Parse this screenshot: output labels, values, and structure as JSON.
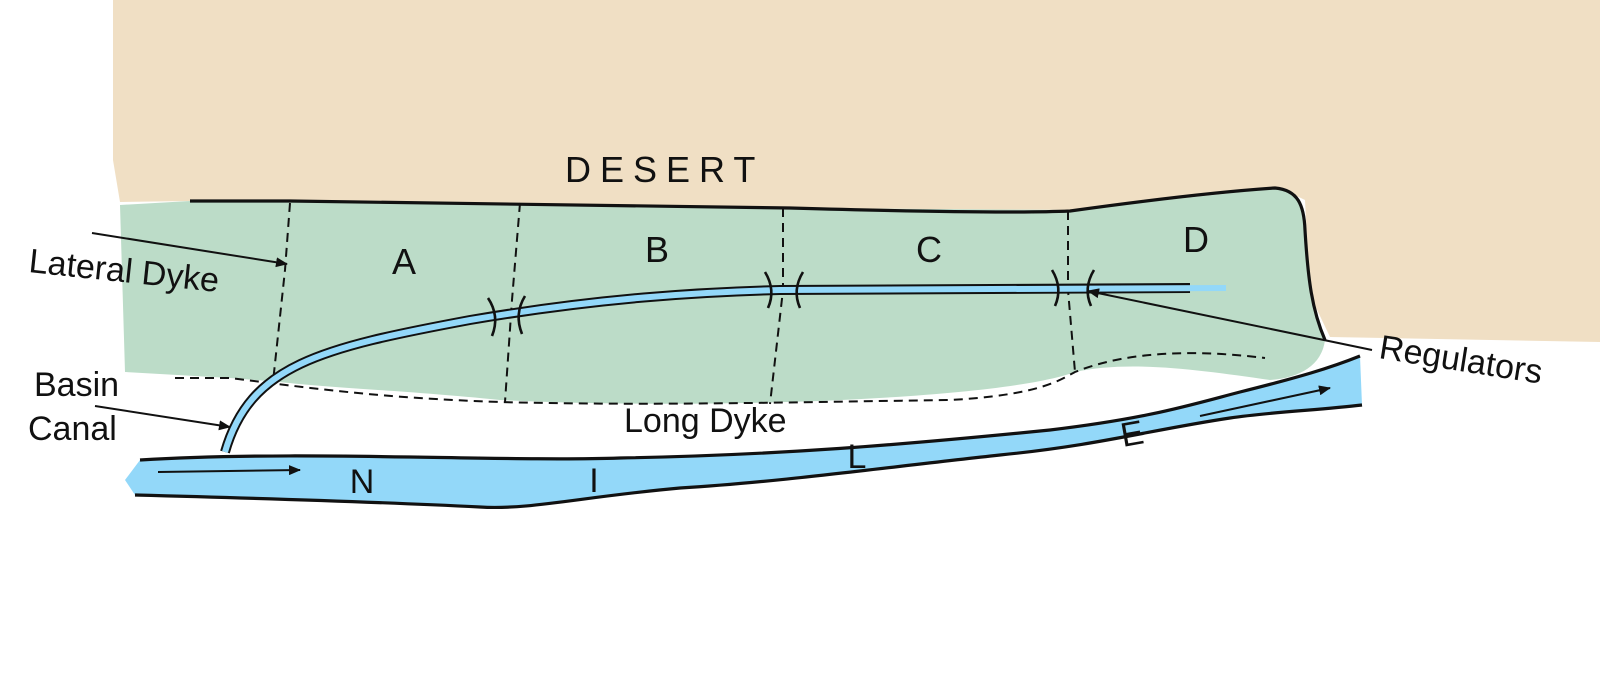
{
  "diagram": {
    "desert_label": "DESERT",
    "basins": [
      "A",
      "B",
      "C",
      "D"
    ],
    "labels": {
      "lateral_dyke": "Lateral Dyke",
      "basin_canal_line1": "Basin",
      "basin_canal_line2": "Canal",
      "long_dyke": "Long Dyke",
      "regulators": "Regulators"
    },
    "river_letters": [
      "N",
      "I",
      "L",
      "E"
    ],
    "colors": {
      "desert": "#F0DFC4",
      "floodplain": "#BCDCC8",
      "water": "#93D8F9",
      "outline": "#111111"
    },
    "icons": [
      "flow-arrow-icon",
      "regulator-icon",
      "pointer-arrow-icon"
    ]
  }
}
